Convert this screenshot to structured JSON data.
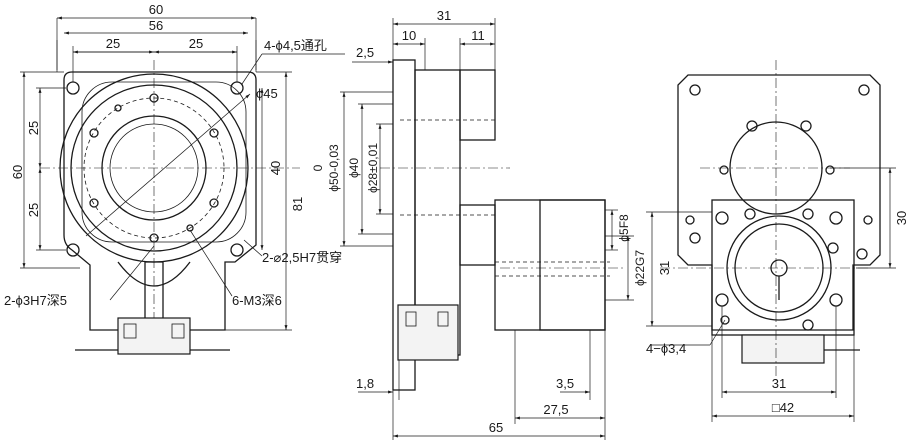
{
  "front_view": {
    "dim_60_width": "60",
    "dim_56": "56",
    "dim_25_left": "25",
    "dim_25_right": "25",
    "holes_through": "4-ϕ4,5通孔",
    "dia_45": "ϕ45",
    "dim_60_height": "60",
    "dim_25_upper": "25",
    "dim_25_lower": "25",
    "dim_40": "40",
    "dim_81": "81",
    "pin_holes_through": "2-⌀2,5H7贯穿",
    "pin_holes_depth": "2-ϕ3H7深5",
    "tapped_holes": "6-M3深6"
  },
  "side_view": {
    "dim_31_top": "31",
    "dim_10": "10",
    "dim_11": "11",
    "dim_2_5": "2,5",
    "dim_0": "0",
    "dia_50": "ϕ50-0,03",
    "dia_40": "ϕ40",
    "dia_28": "ϕ28±0,01",
    "shaft_5f8": "ϕ5F8",
    "dia_22g7": "ϕ22G7",
    "dim_31_side": "31",
    "dim_1_8": "1,8",
    "dim_3_5": "3,5",
    "dim_27_5": "27,5",
    "dim_65": "65"
  },
  "right_view": {
    "dim_30": "30",
    "holes_3_4": "4−ϕ3,4",
    "dim_31_bottom": "31",
    "square_42": "□42"
  }
}
